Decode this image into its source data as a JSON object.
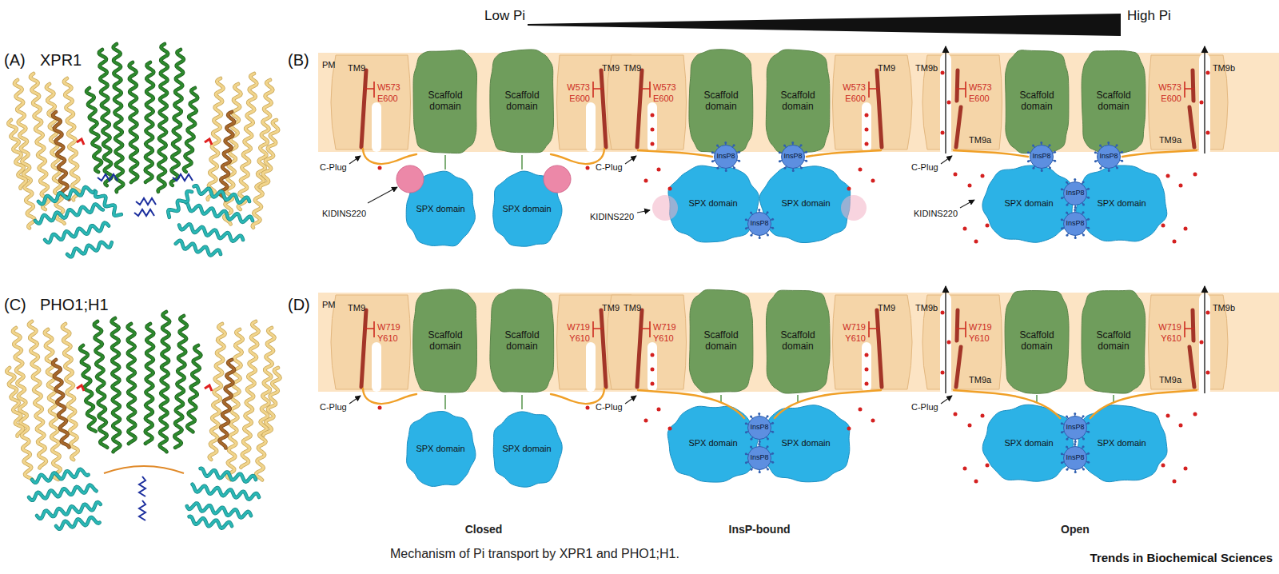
{
  "diagram": {
    "caption": "Mechanism of Pi transport by XPR1 and PHO1;H1.",
    "nodes": [
      {
        "text": [
          "PM"
        ]
      },
      {
        "text": [
          "Scaffold domain"
        ],
        "in": 0
      },
      {
        "text": [
          "Scaffold domain"
        ],
        "in": 0
      },
      {
        "text": [
          "Scaffold domain"
        ],
        "in": 0
      },
      {
        "text": [
          "Scaffold domain"
        ],
        "in": 0
      },
      {
        "text": [
          "Scaffold domain"
        ],
        "in": 0
      },
      {
        "text": [
          "Scaffold domain"
        ],
        "in": 0
      },
      {
        "text": [
          "SPX domain"
        ]
      },
      {
        "text": [
          "SPX domain"
        ]
      },
      {
        "text": [
          "SPX domain"
        ]
      },
      {
        "text": [
          "SPX domain"
        ]
      },
      {
        "text": [
          "SPX domain"
        ]
      },
      {
        "text": [
          "SPX domain"
        ]
      },
      {
        "text": [
          "InsP8"
        ]
      },
      {
        "text": [
          "InsP8"
        ]
      },
      {
        "text": [
          "InsP8"
        ]
      },
      {
        "text": [
          "InsP8"
        ]
      },
      {
        "text": [
          "InsP8"
        ]
      },
      {
        "text": [
          "InsP8"
        ]
      },
      {
        "text": [
          "InsP8"
        ]
      },
      {
        "text": [
          "PM"
        ]
      },
      {
        "text": [
          "Scaffold domain"
        ],
        "in": 20
      },
      {
        "text": [
          "Scaffold domain"
        ],
        "in": 20
      },
      {
        "text": [
          "Scaffold domain"
        ],
        "in": 20
      },
      {
        "text": [
          "Scaffold domain"
        ],
        "in": 20
      },
      {
        "text": [
          "Scaffold domain"
        ],
        "in": 20
      },
      {
        "text": [
          "Scaffold domain"
        ],
        "in": 20
      },
      {
        "text": [
          "SPX domain"
        ]
      },
      {
        "text": [
          "SPX domain"
        ]
      },
      {
        "text": [
          "SPX domain"
        ]
      },
      {
        "text": [
          "SPX domain"
        ]
      },
      {
        "text": [
          "SPX domain"
        ]
      },
      {
        "text": [
          "SPX domain"
        ]
      },
      {
        "text": [
          "InsP8"
        ]
      },
      {
        "text": [
          "InsP8"
        ]
      },
      {
        "text": [
          "InsP8"
        ]
      },
      {
        "text": [
          "InsP8"
        ]
      }
    ],
    "edges": [
      {
        "from": 1,
        "to": 7,
        "arrow": "none"
      },
      {
        "from": 2,
        "to": 8,
        "arrow": "none"
      },
      {
        "from": 3,
        "to": 9,
        "arrow": "none"
      },
      {
        "from": 4,
        "to": 10,
        "arrow": "none"
      },
      {
        "from": 5,
        "to": 11,
        "arrow": "none"
      },
      {
        "from": 6,
        "to": 12,
        "arrow": "none"
      },
      {
        "from": 21,
        "to": 27,
        "arrow": "none"
      },
      {
        "from": 22,
        "to": 28,
        "arrow": "none"
      },
      {
        "from": 23,
        "to": 29,
        "arrow": "none"
      },
      {
        "from": 24,
        "to": 30,
        "arrow": "none"
      },
      {
        "from": 25,
        "to": 31,
        "arrow": "none"
      },
      {
        "from": 26,
        "to": 32,
        "arrow": "none"
      }
    ],
    "labels": [
      "(A)",
      "XPR1",
      "(B)",
      "Low Pi",
      "High Pi",
      "(C)",
      "PHO1;H1",
      "(D)",
      "TM9",
      "TM9",
      "W573",
      "E600",
      "W573",
      "E600",
      "C-Plug",
      "KIDINS220",
      "TM9",
      "TM9",
      "W573",
      "E600",
      "W573",
      "E600",
      "C-Plug",
      "KIDINS220",
      "TM9b",
      "TM9b",
      "W573",
      "E600",
      "W573",
      "E600",
      "TM9a",
      "TM9a",
      "C-Plug",
      "KIDINS220",
      "TM9",
      "TM9",
      "W719",
      "Y610",
      "W719",
      "Y610",
      "C-Plug",
      "TM9",
      "TM9",
      "W719",
      "Y610",
      "W719",
      "Y610",
      "C-Plug",
      "TM9b",
      "TM9b",
      "W719",
      "Y610",
      "W719",
      "Y610",
      "TM9a",
      "TM9a",
      "C-Plug",
      "Closed",
      "InsP-bound",
      "Open",
      "Trends in Biochemical Sciences"
    ]
  }
}
